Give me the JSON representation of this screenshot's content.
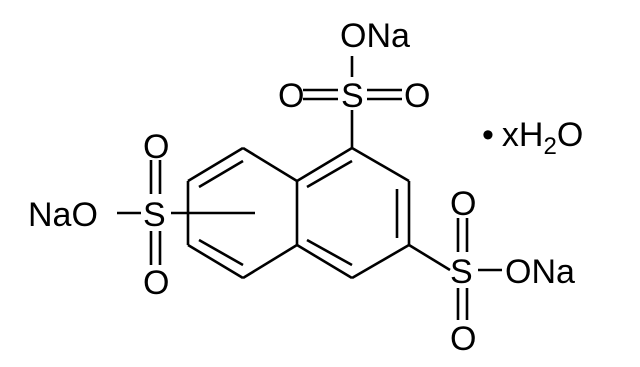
{
  "molecule": {
    "atoms": {
      "sulfonate_top_ONa": "ONa",
      "sulfonate_top_O_left": "O",
      "sulfonate_top_S": "S",
      "sulfonate_top_O_right": "O",
      "sulfonate_left_O_top": "O",
      "sulfonate_left_NaO": "NaO",
      "sulfonate_left_S": "S",
      "sulfonate_left_O_bottom": "O",
      "sulfonate_right_O_top": "O",
      "sulfonate_right_S": "S",
      "sulfonate_right_ONa": "ONa",
      "sulfonate_right_O_bottom": "O"
    },
    "hydrate": {
      "bullet": "•",
      "x": "x",
      "h": "H",
      "two": "2",
      "o": "O"
    }
  },
  "colors": {
    "ink": "#000000",
    "background": "#ffffff"
  }
}
